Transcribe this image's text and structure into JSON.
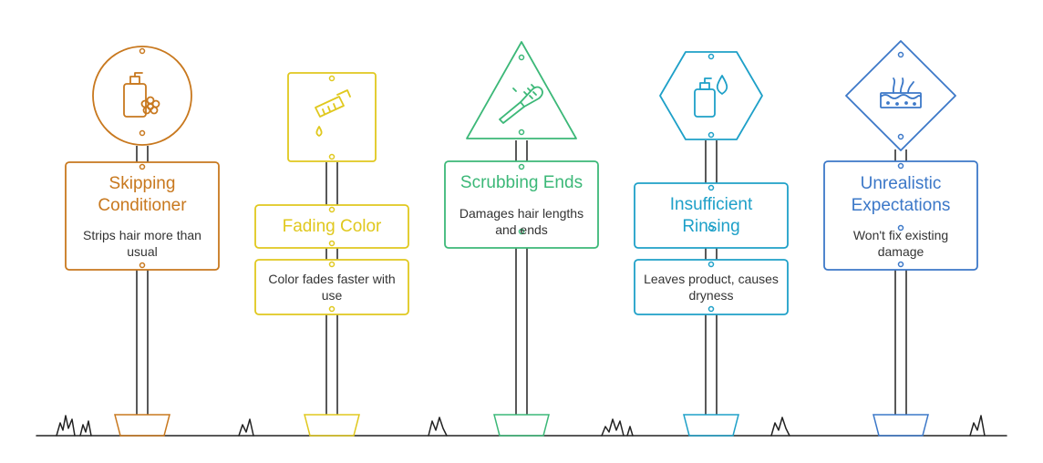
{
  "colors": {
    "ground": "#222222",
    "pole": "#222222",
    "orange": "#C8781E",
    "yellow": "#E0C81E",
    "green": "#3CB878",
    "teal": "#1EA0C8",
    "blue": "#3C78C8"
  },
  "signs": [
    {
      "title": "Skipping Conditioner",
      "desc": "Strips hair more than usual",
      "color": "#C8781E",
      "icon": "conditioner-bottle-icon"
    },
    {
      "title": "Fading Color",
      "desc": "Color fades faster with use",
      "color": "#E0C81E",
      "icon": "dye-tube-icon"
    },
    {
      "title": "Scrubbing Ends",
      "desc": "Damages hair lengths and ends",
      "color": "#3CB878",
      "icon": "hairbrush-icon"
    },
    {
      "title": "Insufficient Rinsing",
      "desc": "Leaves product, causes dryness",
      "color": "#1EA0C8",
      "icon": "soap-water-icon"
    },
    {
      "title": "Unrealistic Expectations",
      "desc": "Won't fix existing damage",
      "color": "#3C78C8",
      "icon": "damaged-hair-icon"
    }
  ]
}
